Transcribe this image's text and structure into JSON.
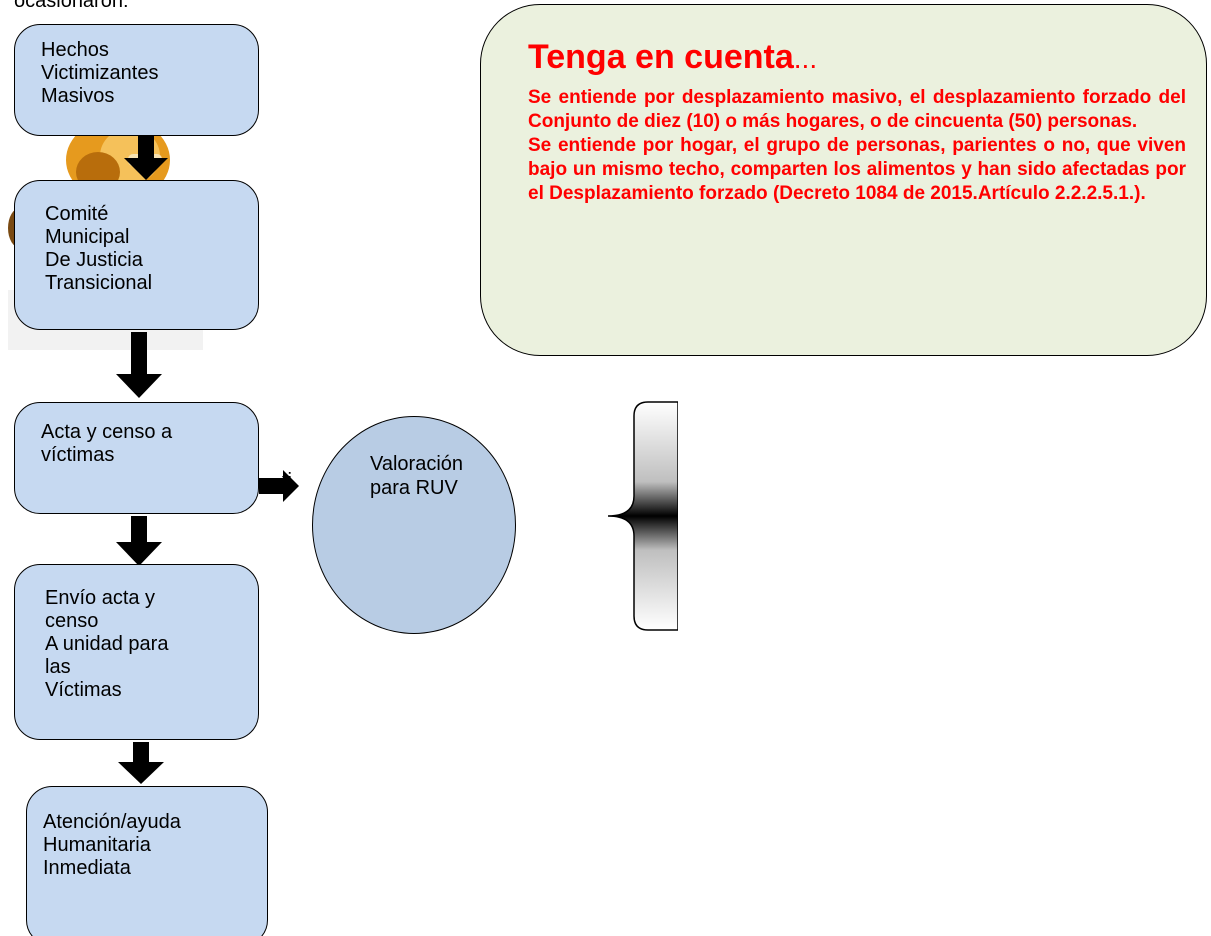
{
  "intro_text": "ocasionaron:",
  "flow": {
    "box1": [
      "Hechos",
      "Victimizantes",
      "Masivos"
    ],
    "box2": [
      "Comité",
      "Municipal",
      "De Justicia",
      "Transicional"
    ],
    "box3": [
      "Acta y censo a",
      "víctimas"
    ],
    "box4": [
      "Envío acta y",
      "censo",
      "A unidad para",
      "las",
      "Víctimas"
    ],
    "box5": [
      "Atención/ayuda",
      "Humanitaria",
      "Inmediata"
    ]
  },
  "assessment": {
    "label_lines": [
      "Valoración",
      "para RUV"
    ],
    "overlap_fragment": "ti"
  },
  "note": {
    "title": "Tenga en cuenta",
    "title_suffix": "...",
    "paragraphs": [
      "Se entiende por desplazamiento masivo, el desplazamiento forzado del Conjunto de diez (10) o más hogares, o de cincuenta (50) personas.",
      "Se entiende por hogar, el grupo de personas, parientes o no, que viven bajo un mismo techo, comparten los alimentos y han sido afectadas por el Desplazamiento forzado (Decreto 1084 de 2015.Artículo 2.2.2.5.1.)."
    ]
  },
  "colors": {
    "box_fill": "#c6d9f1",
    "ellipse_fill": "#b8cce4",
    "note_fill": "#ebf1de",
    "note_text": "#ff0000"
  }
}
